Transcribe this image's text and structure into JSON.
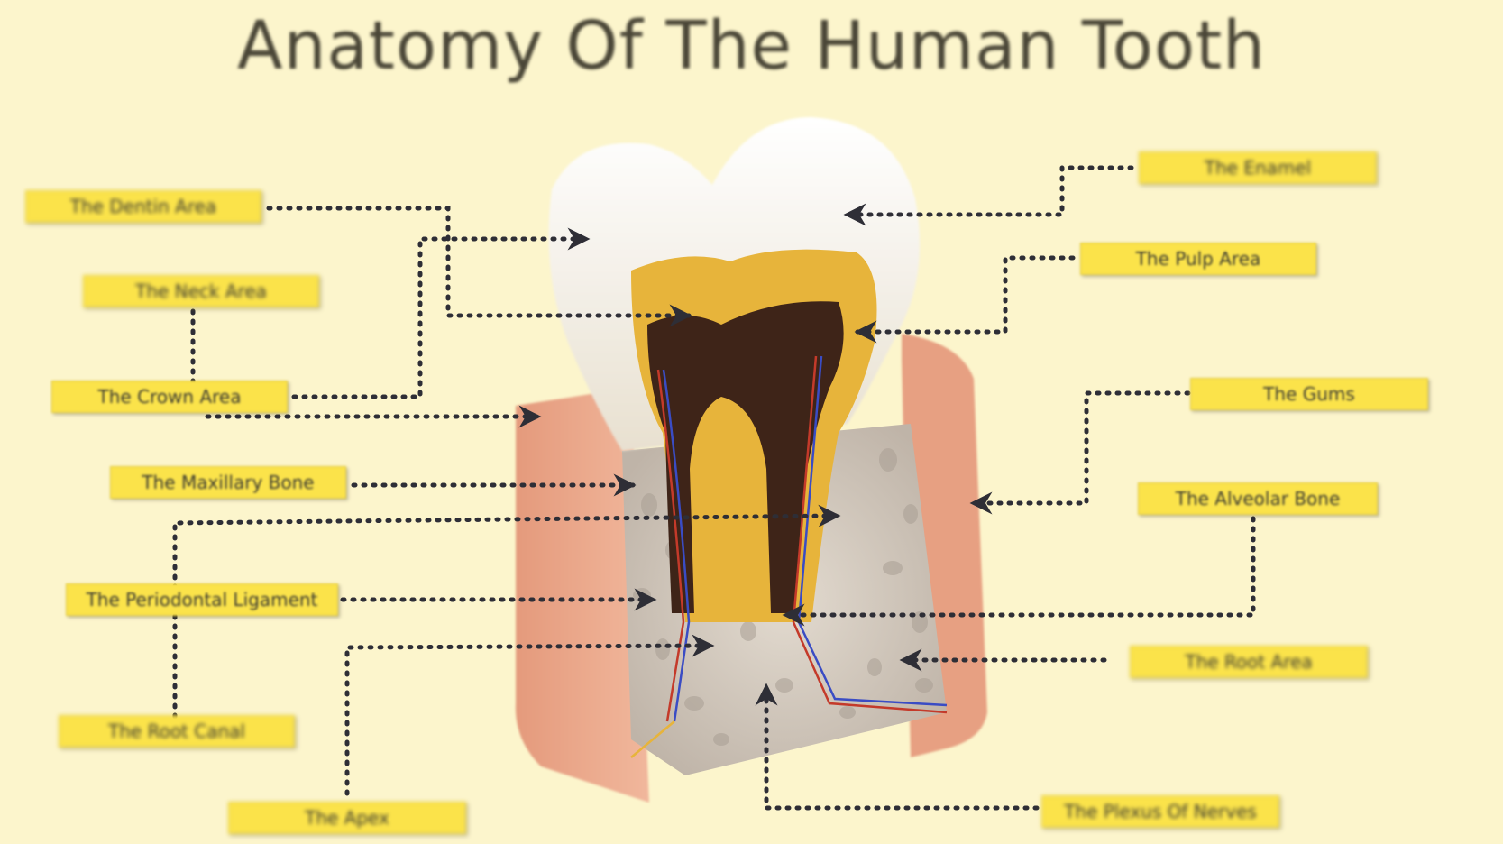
{
  "title": "Anatomy Of The Human Tooth",
  "labels": {
    "dentin": "The Dentin Area",
    "neck": "The Neck Area",
    "crown": "The Crown Area",
    "maxillary_bone": "The Maxillary Bone",
    "periodontal_ligament": "The Periodontal Ligament",
    "root_canal": "The Root Canal",
    "apex": "The Apex",
    "enamel": "The Enamel",
    "pulp": "The Pulp Area",
    "gums": "The Gums",
    "alveolar_bone": "The Alveolar Bone",
    "root": "The Root Area",
    "vessels": "The Plexus Of Nerves"
  },
  "colors": {
    "background": "#fcf5cc",
    "label_fill": "#fbe34a",
    "leader_line": "#2e2e36",
    "enamel": "#f4efe4",
    "dentin": "#e7b43b",
    "pulp": "#3e2418",
    "gum": "#e9a587",
    "bone": "#d9d0c4"
  }
}
